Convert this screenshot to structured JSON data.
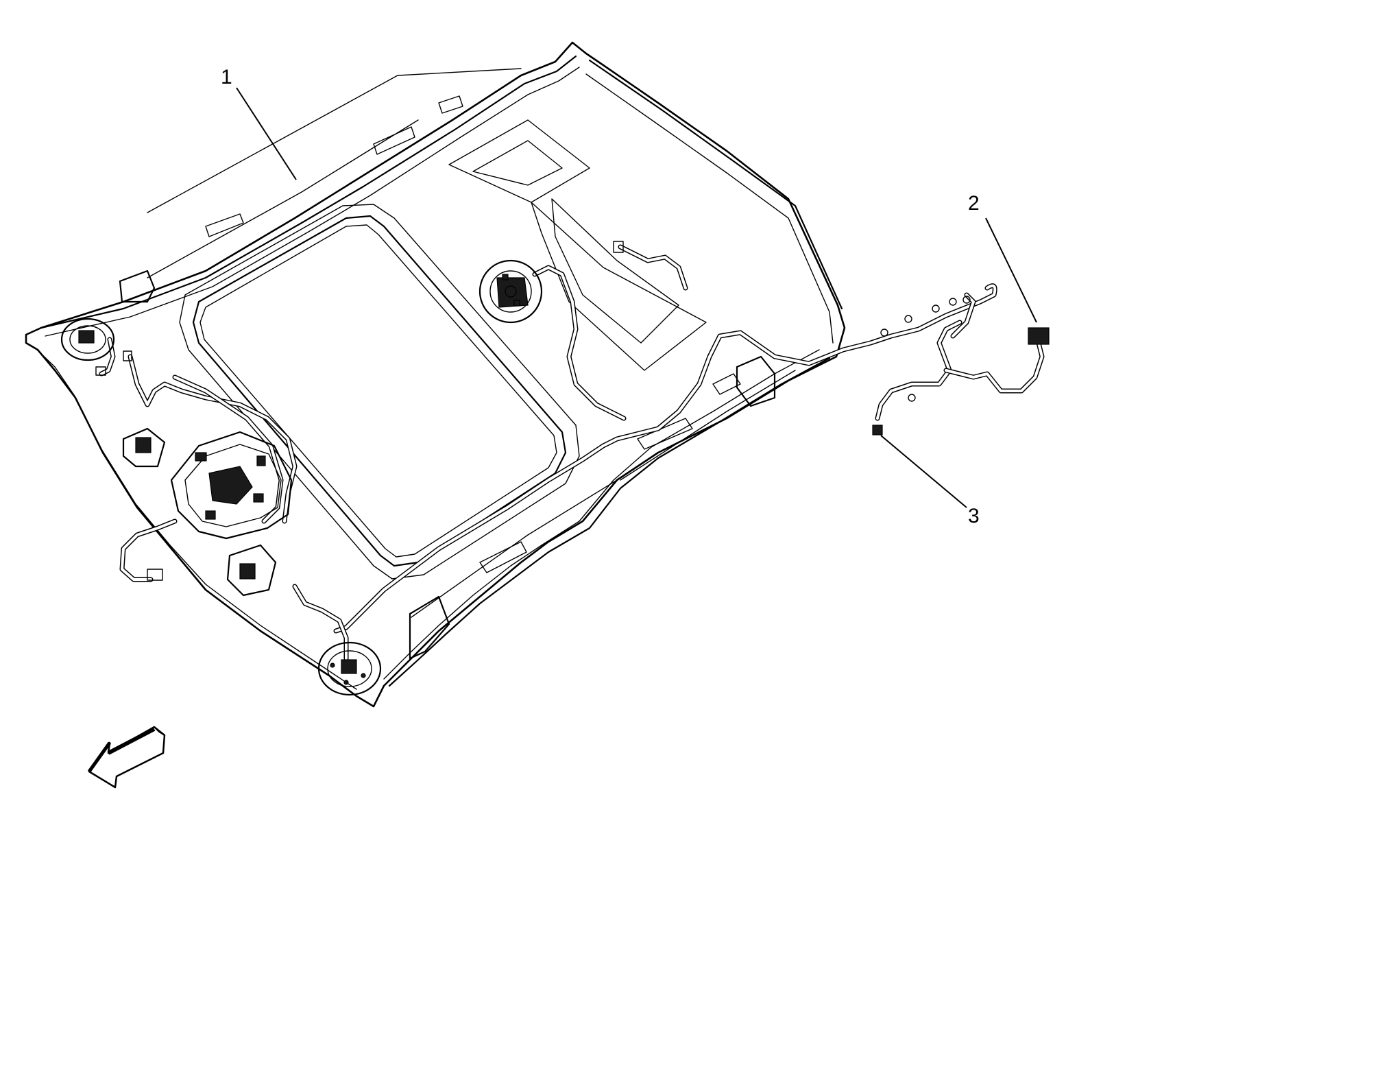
{
  "callouts": [
    {
      "id": "1",
      "label": "1"
    },
    {
      "id": "2",
      "label": "2"
    },
    {
      "id": "3",
      "label": "3"
    }
  ],
  "icons": {
    "front_arrow": "direction-arrow-icon"
  }
}
